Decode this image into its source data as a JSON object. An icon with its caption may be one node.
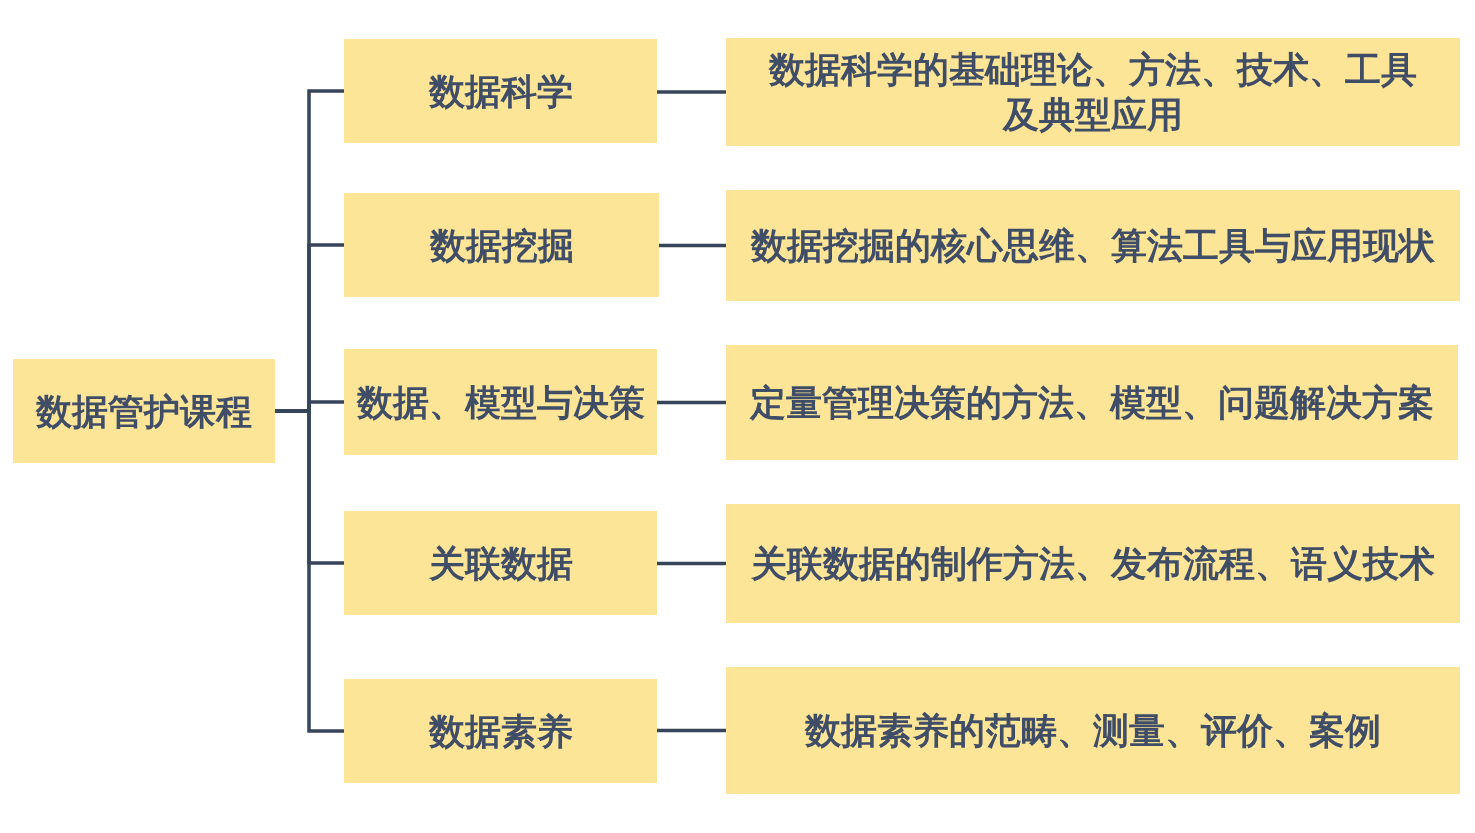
{
  "diagram": {
    "nodes": [
      {
        "text": [
          "数据管护课程"
        ]
      },
      {
        "text": [
          "数据科学"
        ]
      },
      {
        "text": [
          "数据科学的基础理论、方法、技术、工具及典型应用"
        ]
      },
      {
        "text": [
          "数据挖掘"
        ]
      },
      {
        "text": [
          "数据挖掘的核心思维、算法工具与应用现状"
        ]
      },
      {
        "text": [
          "数据、模型与决策"
        ]
      },
      {
        "text": [
          "定量管理决策的方法、模型、问题解决方案"
        ]
      },
      {
        "text": [
          "关联数据"
        ]
      },
      {
        "text": [
          "关联数据的制作方法、发布流程、语义技术"
        ]
      },
      {
        "text": [
          "数据素养"
        ]
      },
      {
        "text": [
          "数据素养的范畴、测量、评价、案例"
        ]
      }
    ],
    "edges": [
      {
        "from": 0,
        "to": 1,
        "arrow": "none"
      },
      {
        "from": 0,
        "to": 3,
        "arrow": "none"
      },
      {
        "from": 0,
        "to": 5,
        "arrow": "none"
      },
      {
        "from": 0,
        "to": 7,
        "arrow": "none"
      },
      {
        "from": 0,
        "to": 9,
        "arrow": "none"
      },
      {
        "from": 1,
        "to": 2,
        "arrow": "none"
      },
      {
        "from": 3,
        "to": 4,
        "arrow": "none"
      },
      {
        "from": 5,
        "to": 6,
        "arrow": "none"
      },
      {
        "from": 7,
        "to": 8,
        "arrow": "none"
      },
      {
        "from": 9,
        "to": 10,
        "arrow": "none"
      }
    ]
  }
}
